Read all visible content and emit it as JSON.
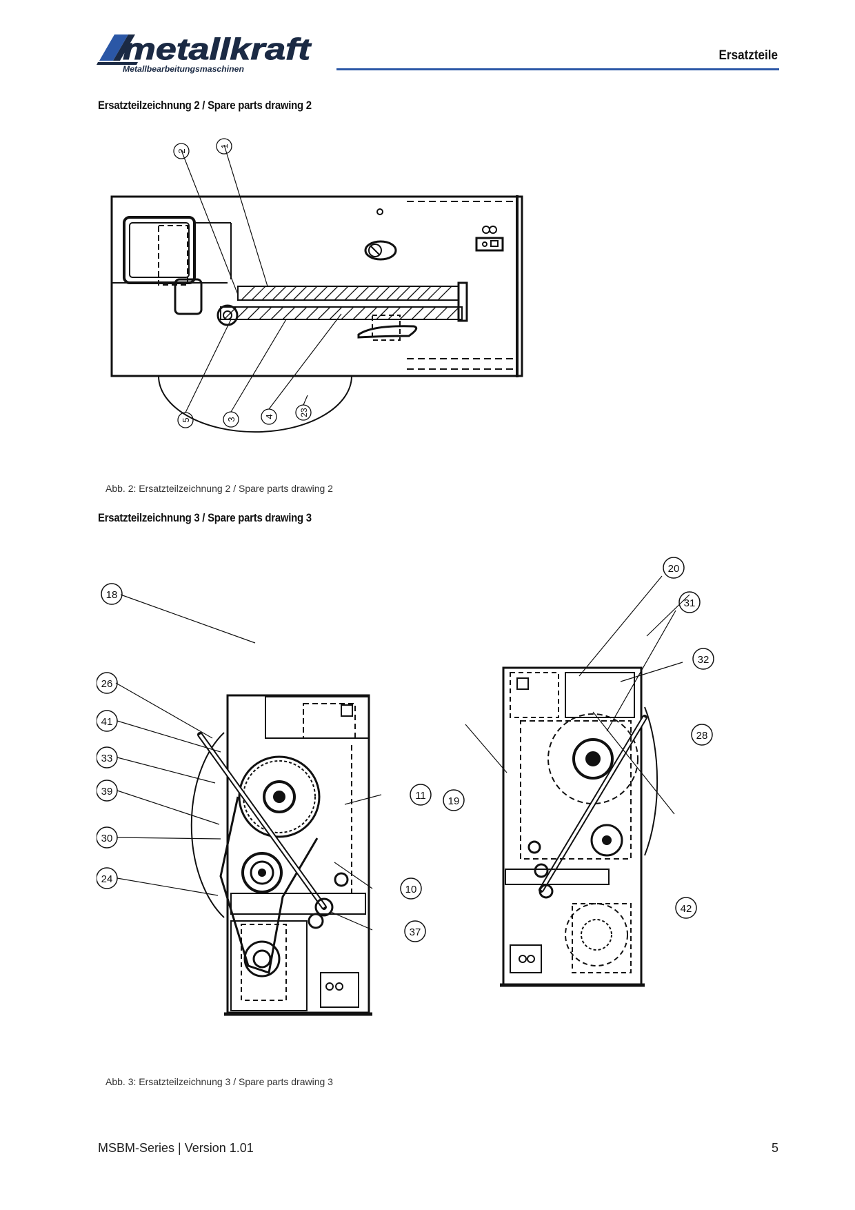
{
  "header": {
    "logo_text": "metallkraft",
    "logo_tagline": "Metallbearbeitungsmaschinen",
    "section_title": "Ersatzteile",
    "accent_color": "#2b57a6"
  },
  "drawing2": {
    "heading": "Ersatzteilzeichnung 2 / Spare parts drawing 2",
    "caption": "Abb. 2: Ersatzteilzeichnung 2 / Spare parts drawing 2",
    "callouts": [
      "2",
      "1",
      "5",
      "3",
      "4",
      "23"
    ]
  },
  "drawing3": {
    "heading": "Ersatzteilzeichnung 3 / Spare parts drawing 3",
    "caption": "Abb. 3: Ersatzteilzeichnung 3 / Spare parts drawing 3",
    "callouts_left": [
      "18",
      "26",
      "41",
      "33",
      "39",
      "30",
      "24",
      "11",
      "10",
      "37"
    ],
    "callouts_right": [
      "20",
      "31",
      "32",
      "28",
      "19",
      "42"
    ]
  },
  "footer": {
    "series": "MSBM-Series | Version 1.01",
    "page_number": "5"
  }
}
